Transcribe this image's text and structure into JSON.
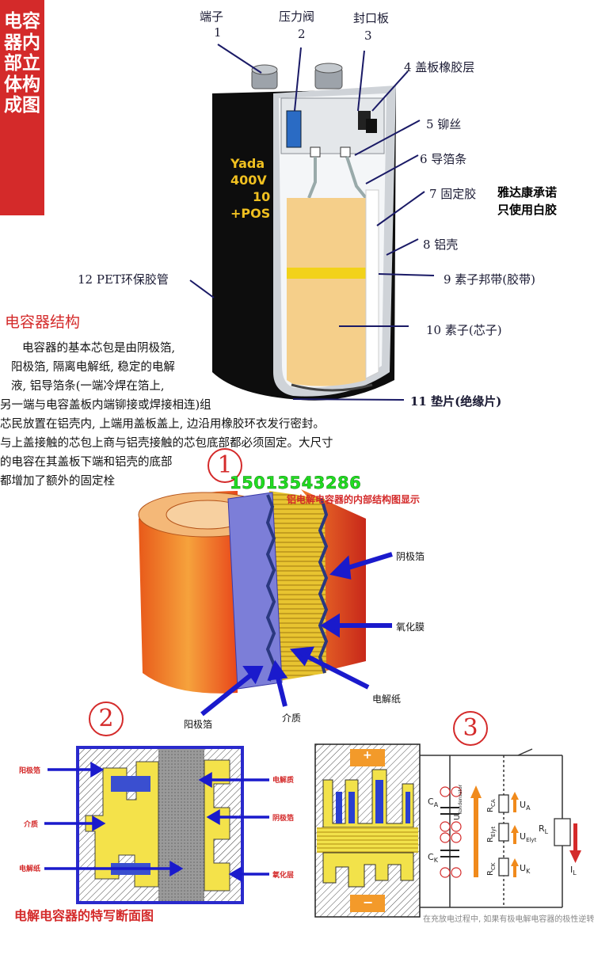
{
  "vertical_title": "电容器内部立体构成图",
  "labels": {
    "terminal": {
      "text": "端子",
      "num": "1"
    },
    "pressure_valve": {
      "text": "压力阀",
      "num": "2"
    },
    "seal_plate": {
      "text": "封口板",
      "num": "3"
    },
    "cover_rubber": "4 盖板橡胶层",
    "rivet": "5 铆丝",
    "guide_strip": "6 导箔条",
    "fixing_glue": "7 固定胶",
    "aluminum_case": "8 铝壳",
    "element_tape": "9 素子邦带(胶带)",
    "element": "10 素子(芯子)",
    "spacer": "11 垫片(绝缘片)",
    "pet_tube": "12 PET环保胶管"
  },
  "capacitor_print": [
    "Yada",
    "400V",
    "10",
    "+POS"
  ],
  "promise_note": [
    "雅达康承诺",
    "只使用白胶"
  ],
  "structure": {
    "title": "电容器结构",
    "lines": [
      "电容器的基本芯包是由阴极箔,",
      "阳极箔, 隔离电解纸, 稳定的电解",
      "液, 铝导箔条(一端冷焊在箔上,",
      "另一端与电容盖板内端铆接或焊接相连)组",
      "芯民放置在铝壳内, 上端用盖板盖上, 边沿用橡胶环衣发行密封。",
      "与上盖接触的芯包上商与铝壳接触的芯包底部都必须固定。大尺寸",
      "的电容在其盖板下端和铝壳的底部",
      "都增加了额外的固定栓"
    ]
  },
  "circle_nums": [
    "1",
    "2",
    "3"
  ],
  "phone": "15013543286",
  "diagram1": {
    "caption": "铝电解电容器的内部结构图显示",
    "cathode": "阴极箔",
    "oxide": "氧化膜",
    "paper": "电解纸",
    "anode": "阳极箔",
    "medium": "介质"
  },
  "diagram2": {
    "anode": "阳极箔",
    "medium": "介质",
    "paper": "电解纸",
    "electrolyte": "电解质",
    "cathode": "阴极箔",
    "oxide": "氧化层",
    "caption": "电解电容器的特写断面图"
  },
  "diagram3": {
    "plus": "+",
    "minus": "−",
    "ca": "C",
    "ca_sub": "A",
    "ck": "C",
    "ck_sub": "K",
    "ukond": "U",
    "ukond_sub": "Kondensator",
    "rca": "R",
    "rca_sub": "CA",
    "relyt": "R",
    "relyt_sub": "Elyt",
    "rck": "R",
    "rck_sub": "CK",
    "ua": "U",
    "ua_sub": "A",
    "uelyt": "U",
    "uelyt_sub": "Elyt",
    "uk": "U",
    "uk_sub": "K",
    "rl": "R",
    "rl_sub": "L",
    "il": "I",
    "il_sub": "L",
    "footnote": "在充放电过程中, 如果有极电解电容器的极性逆转"
  },
  "colors": {
    "accent_red": "#d42a2a",
    "phone_green": "#22dd22",
    "arrow_blue": "#1a1acc",
    "foil_yellow": "#f2e24a",
    "orange_arrow": "#f08a1c"
  }
}
